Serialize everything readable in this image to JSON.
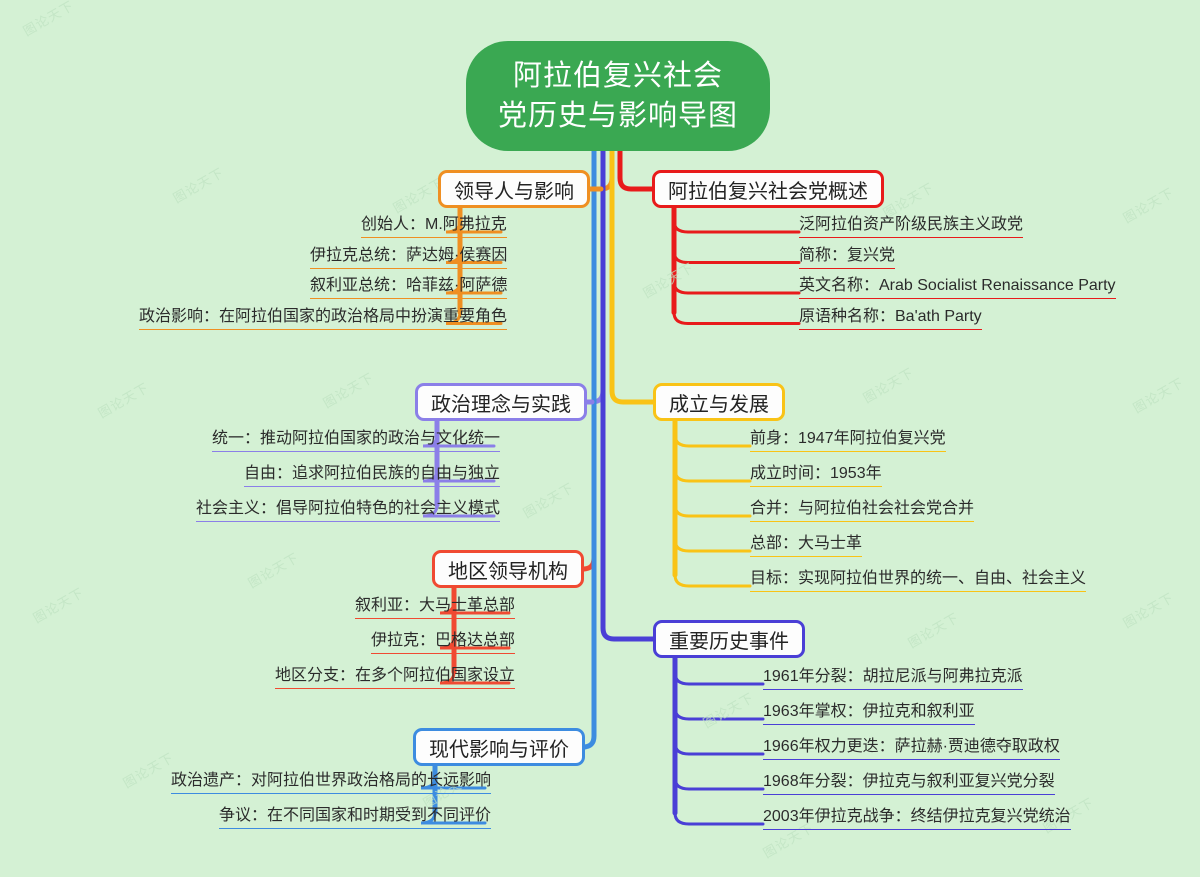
{
  "meta": {
    "background_color": "#d4f1d4",
    "root_color": "#3aa852",
    "watermark_text": "图论天下"
  },
  "root": {
    "line1": "阿拉伯复兴社会",
    "line2": "党历史与影响导图",
    "title": "阿拉伯复兴社会党历史与影响导图"
  },
  "branches": [
    {
      "id": "overview",
      "label": "阿拉伯复兴社会党概述",
      "color": "#e81b1b",
      "side": "right",
      "leaves": [
        "泛阿拉伯资产阶级民族主义政党",
        "简称：复兴党",
        "英文名称：Arab Socialist Renaissance Party",
        "原语种名称：Ba'ath Party"
      ]
    },
    {
      "id": "leaders",
      "label": "领导人与影响",
      "color": "#ef8f22",
      "side": "left",
      "leaves": [
        "创始人：M.阿弗拉克",
        "伊拉克总统：萨达姆·侯赛因",
        "叙利亚总统：哈菲兹·阿萨德",
        "政治影响：在阿拉伯国家的政治格局中扮演重要角色"
      ]
    },
    {
      "id": "founding",
      "label": "成立与发展",
      "color": "#f9c316",
      "side": "right",
      "leaves": [
        "前身：1947年阿拉伯复兴党",
        "成立时间：1953年",
        "合并：与阿拉伯社会社会党合并",
        "总部：大马士革",
        "目标：实现阿拉伯世界的统一、自由、社会主义"
      ]
    },
    {
      "id": "ideology",
      "label": "政治理念与实践",
      "color": "#8b7fe8",
      "side": "left",
      "leaves": [
        "统一：推动阿拉伯国家的政治与文化统一",
        "自由：追求阿拉伯民族的自由与独立",
        "社会主义：倡导阿拉伯特色的社会主义模式"
      ]
    },
    {
      "id": "events",
      "label": "重要历史事件",
      "color": "#4a3fd6",
      "side": "right",
      "leaves": [
        "1961年分裂：胡拉尼派与阿弗拉克派",
        "1963年掌权：伊拉克和叙利亚",
        "1966年权力更迭：萨拉赫·贾迪德夺取政权",
        "1968年分裂：伊拉克与叙利亚复兴党分裂",
        "2003年伊拉克战争：终结伊拉克复兴党统治"
      ]
    },
    {
      "id": "regional",
      "label": "地区领导机构",
      "color": "#f04a32",
      "side": "left",
      "leaves": [
        "叙利亚：大马士革总部",
        "伊拉克：巴格达总部",
        "地区分支：在多个阿拉伯国家设立"
      ]
    },
    {
      "id": "modern",
      "label": "现代影响与评价",
      "color": "#3d8ce0",
      "side": "left",
      "leaves": [
        "政治遗产：对阿拉伯世界政治格局的长远影响",
        "争议：在不同国家和时期受到不同评价"
      ]
    }
  ]
}
